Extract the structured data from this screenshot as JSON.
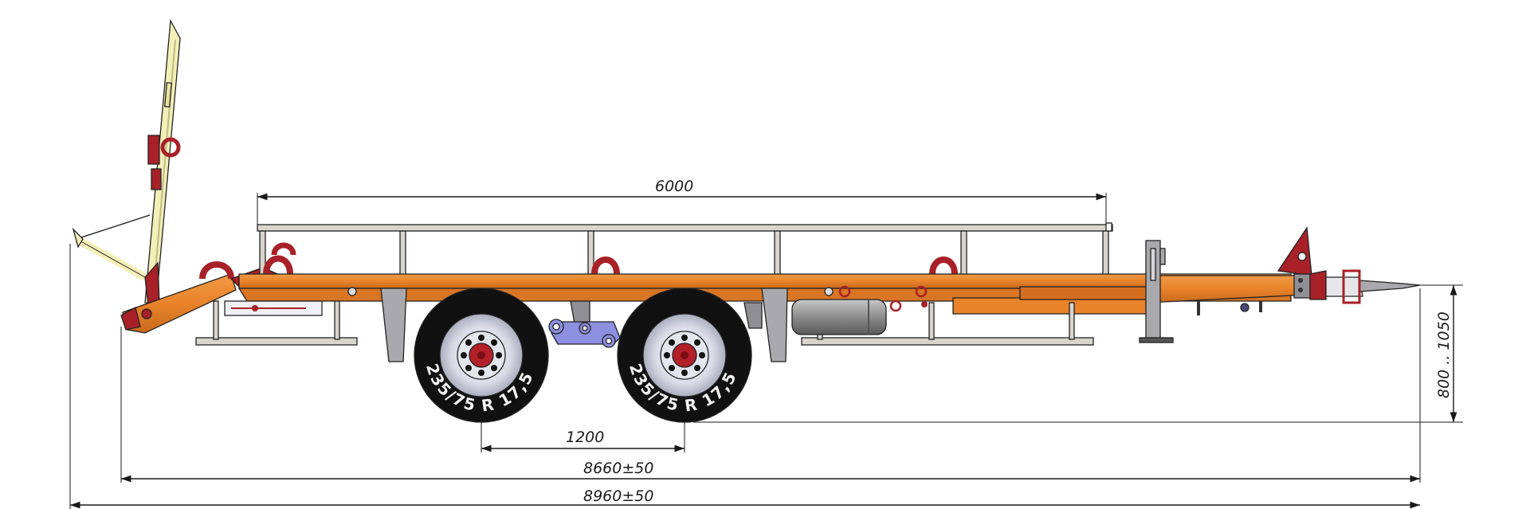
{
  "dimensions": {
    "platform_length": "6000",
    "wheelbase": "1200",
    "length_body": "8660±50",
    "length_overall": "8960±50",
    "coupling_height": "800 .. 1050"
  },
  "tires": {
    "front_marking": "235/75 R 17,5",
    "rear_marking": "235/75 R 17,5"
  },
  "colors": {
    "frame": "#e8832a",
    "frame_dark": "#c86a1c",
    "rail": "#d9d4cc",
    "gray_metal": "#a9a9ad",
    "tire": "#111111",
    "rim": "#d8dbe6",
    "hub": "#b3202a",
    "suspension": "#8d8fe0",
    "tank": "#8c8c8c",
    "ramp": "#f3efb8",
    "hook_red": "#a82128"
  },
  "icons": {
    "arrow": "dimension-arrow-icon",
    "wheel": "wheel-icon"
  }
}
